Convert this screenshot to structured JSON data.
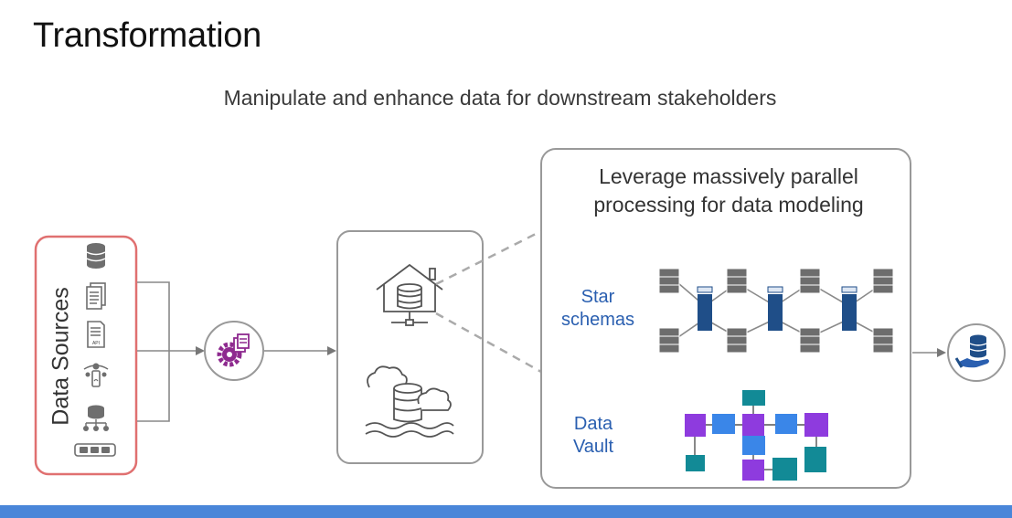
{
  "slide": {
    "title": "Transformation",
    "subtitle": "Manipulate and enhance data for downstream stakeholders"
  },
  "sources": {
    "label": "Data Sources",
    "icons": [
      "database-icon",
      "document-icon",
      "api-document-icon",
      "iot-device-icon",
      "database-network-icon",
      "server-rack-icon"
    ],
    "api_text": "API"
  },
  "processing": {
    "icons": [
      "gear-files-icon"
    ],
    "accent": "#8e2a8f"
  },
  "storage": {
    "icons": [
      "data-warehouse-icon",
      "data-lake-icon"
    ]
  },
  "modeling_panel": {
    "heading_line1": "Leverage massively parallel",
    "heading_line2": "processing for data modeling",
    "star_label_line1": "Star",
    "star_label_line2": "schemas",
    "vault_label_line1": "Data",
    "vault_label_line2": "Vault"
  },
  "output": {
    "icons": [
      "database-hand-icon"
    ]
  },
  "colors": {
    "sources_border": "#e07070",
    "box_border": "#999999",
    "label_blue": "#2a5fb0",
    "fact_table": "#1f4e88",
    "dimension_table": "#6d6d6d",
    "vault_hub": "#8e3bde",
    "vault_link": "#3a86e8",
    "vault_satellite": "#128a96",
    "bottom_bar": "#4a86d9"
  }
}
